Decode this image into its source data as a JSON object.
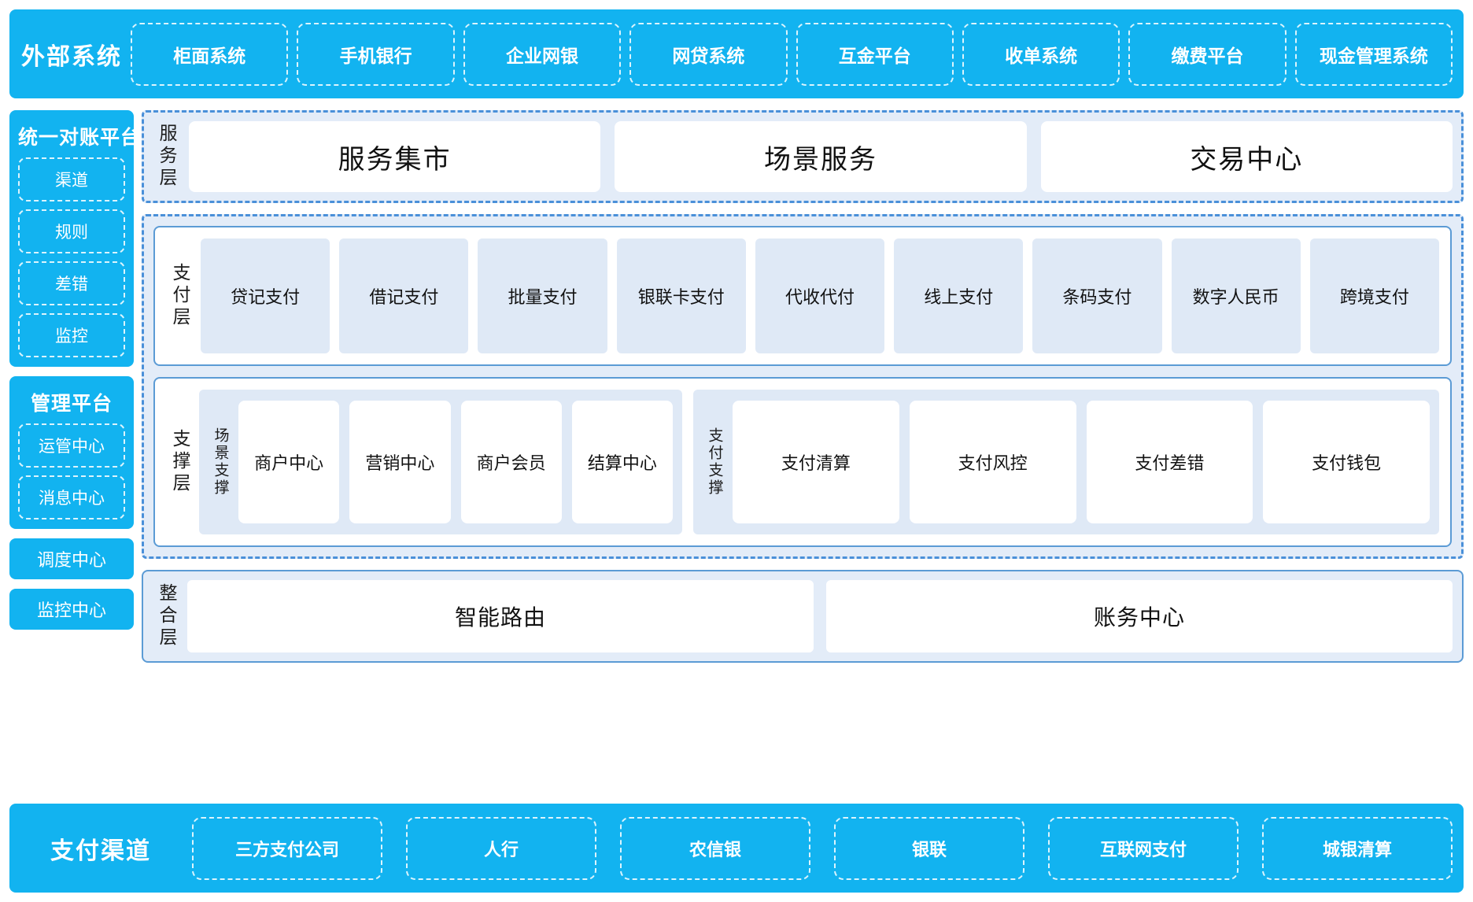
{
  "external": {
    "title": "外部系统",
    "items": [
      "柜面系统",
      "手机银行",
      "企业网银",
      "网贷系统",
      "互金平台",
      "收单系统",
      "缴费平台",
      "现金管理系统"
    ]
  },
  "left_rail": {
    "recon": {
      "title": "统一对账平台",
      "items": [
        "渠道",
        "规则",
        "差错",
        "监控"
      ]
    },
    "manage": {
      "title": "管理平台",
      "items": [
        "运管中心",
        "消息中心"
      ]
    },
    "standalone": [
      "调度中心",
      "监控中心"
    ]
  },
  "service_layer": {
    "label": "服务层",
    "cards": [
      "服务集市",
      "场景服务",
      "交易中心"
    ]
  },
  "payment_layer": {
    "label": "支付层",
    "cards": [
      "贷记支付",
      "借记支付",
      "批量支付",
      "银联卡支付",
      "代收代付",
      "线上支付",
      "条码支付",
      "数字人民币",
      "跨境支付"
    ]
  },
  "support_layer": {
    "label": "支撑层",
    "groups": [
      {
        "label": "场景支撑",
        "cards": [
          "商户中心",
          "营销中心",
          "商户会员",
          "结算中心"
        ]
      },
      {
        "label": "支付支撑",
        "cards": [
          "支付清算",
          "支付风控",
          "支付差错",
          "支付钱包"
        ]
      }
    ]
  },
  "integration_layer": {
    "label": "整合层",
    "cards": [
      "智能路由",
      "账务中心"
    ]
  },
  "channels": {
    "title": "支付渠道",
    "items": [
      "三方支付公司",
      "人行",
      "农信银",
      "银联",
      "互联网支付",
      "城银清算"
    ]
  },
  "colors": {
    "brand_blue": "#12B3F0",
    "panel_blue": "#e3ecf8",
    "card_blue": "#dfe9f6",
    "border_blue": "#5b9bd5",
    "dash_blue": "#4a90d9"
  }
}
